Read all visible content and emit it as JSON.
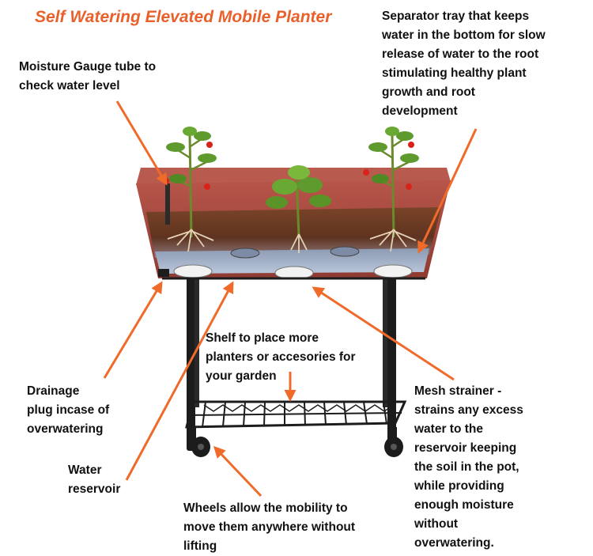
{
  "title": "Self Watering Elevated Mobile Planter",
  "callouts": {
    "moisture_gauge": "Moisture Gauge tube to\ncheck water level",
    "separator_tray": "Separator tray that keeps\nwater in the bottom for slow\nrelease of water to the root\nstimulating healthy plant\ngrowth and root\ndevelopment",
    "shelf": "Shelf to place more\nplanters or accesories for\nyour garden",
    "drainage_plug": "Drainage\nplug incase of\noverwatering",
    "mesh_strainer": "Mesh strainer -\nstrains any excess\nwater to the\nreservoir keeping\nthe soil in the pot,\nwhile providing\nenough moisture\nwithout\noverwatering.",
    "water_reservoir": "Water\nreservoir",
    "wheels": "Wheels allow the mobility to\nmove them anywhere without\nlifting"
  },
  "colors": {
    "title": "#e8612c",
    "arrow": "#f06a2a",
    "planter": "#a8483c",
    "soil": "#6b3a24",
    "reservoir": "#9fb0c8",
    "frame": "#1c1c1c"
  }
}
